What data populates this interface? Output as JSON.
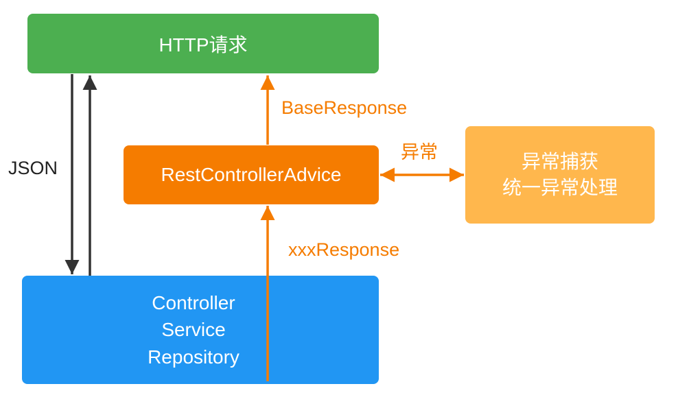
{
  "nodes": {
    "http_request": "HTTP请求",
    "rest_controller_advice": "RestControllerAdvice",
    "exception_handler": {
      "line1": "异常捕获",
      "line2": "统一异常处理"
    },
    "layers": {
      "line1": "Controller",
      "line2": "Service",
      "line3": "Repository"
    }
  },
  "edges": {
    "json_label": "JSON",
    "base_response_label": "BaseResponse",
    "exception_label": "异常",
    "xxx_response_label": "xxxResponse"
  },
  "colors": {
    "http_request": "#4caf50",
    "rest_controller_advice": "#f57c00",
    "exception_handler": "#ffb74d",
    "layers": "#2196f3",
    "dark_arrow": "#333333",
    "orange_arrow": "#f57c00"
  }
}
